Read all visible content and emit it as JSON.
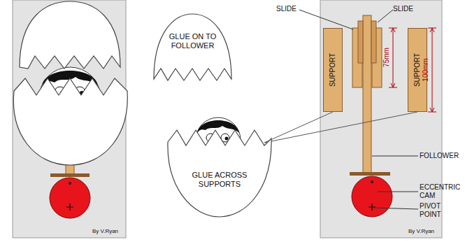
{
  "diagram": {
    "nodes": [
      {
        "text": [
          "GLUE ON TO FOLLOWER"
        ]
      },
      {
        "text": [
          "GLUE ACROSS SUPPORTS"
        ]
      },
      {
        "text": [
          "SUPPORT"
        ]
      },
      {
        "text": [
          "SUPPORT"
        ]
      }
    ],
    "edges": [
      {
        "from": 1,
        "to": 2,
        "arrow": "none"
      },
      {
        "from": 1,
        "to": 3,
        "arrow": "none"
      }
    ],
    "labels": [
      "SLIDE",
      "SLIDE",
      "75mm",
      "100mm",
      "FOLLOWER",
      "ECCENTRIC CAM",
      "PIVOT POINT",
      "By V.Ryan",
      "By V.Ryan"
    ]
  }
}
